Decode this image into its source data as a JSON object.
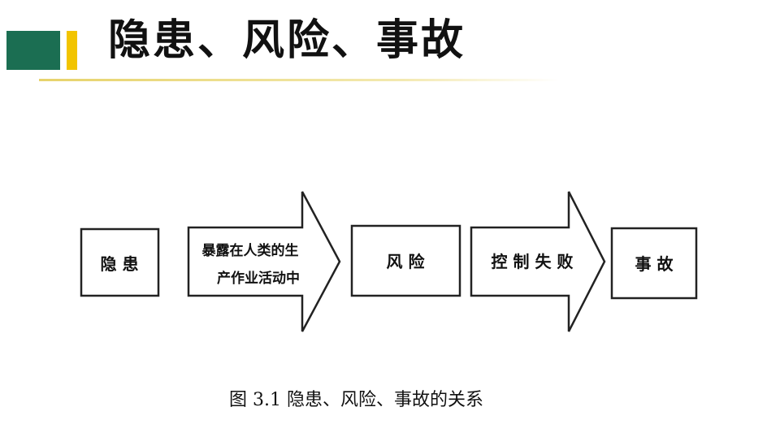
{
  "title": "隐患、风险、事故",
  "diagram": {
    "box_hazard": "隐 患",
    "arrow_exposure_line1": "暴露在人类的生",
    "arrow_exposure_line2": "产作业活动中",
    "box_risk": "风 险",
    "arrow_control_failure": "控 制 失 败",
    "box_accident": "事 故"
  },
  "caption": "图 3.1 隐患、风险、事故的关系",
  "colors": {
    "accent_green": "#1b6e52",
    "accent_yellow": "#f2c400",
    "rule": "#e7d36b"
  }
}
